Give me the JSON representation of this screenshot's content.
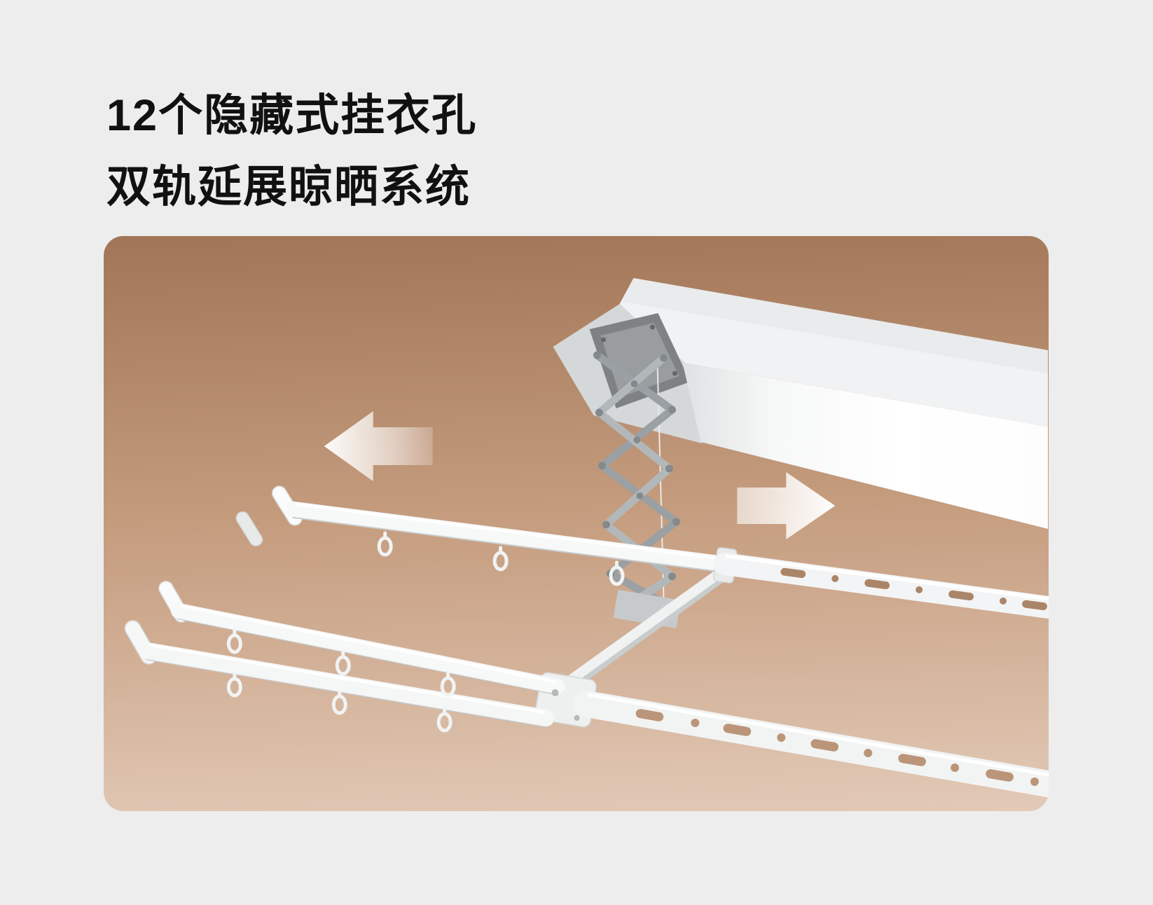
{
  "page": {
    "background": "#ededed",
    "title": {
      "line1": "12个隐藏式挂衣孔",
      "line2": "双轨延展晾晒系统",
      "color": "#111111"
    }
  },
  "card": {
    "gradient_top": "#a17657",
    "gradient_mid": "#c59c7e",
    "gradient_bottom": "#e2cab7"
  },
  "illustration": {
    "subject": "ceiling-mounted-drying-rack-render",
    "arrow_left": "extend-left-arrow",
    "arrow_right": "extend-right-arrow",
    "rack_color": "#f5f6f6",
    "hole_color": "#b18a6e"
  }
}
